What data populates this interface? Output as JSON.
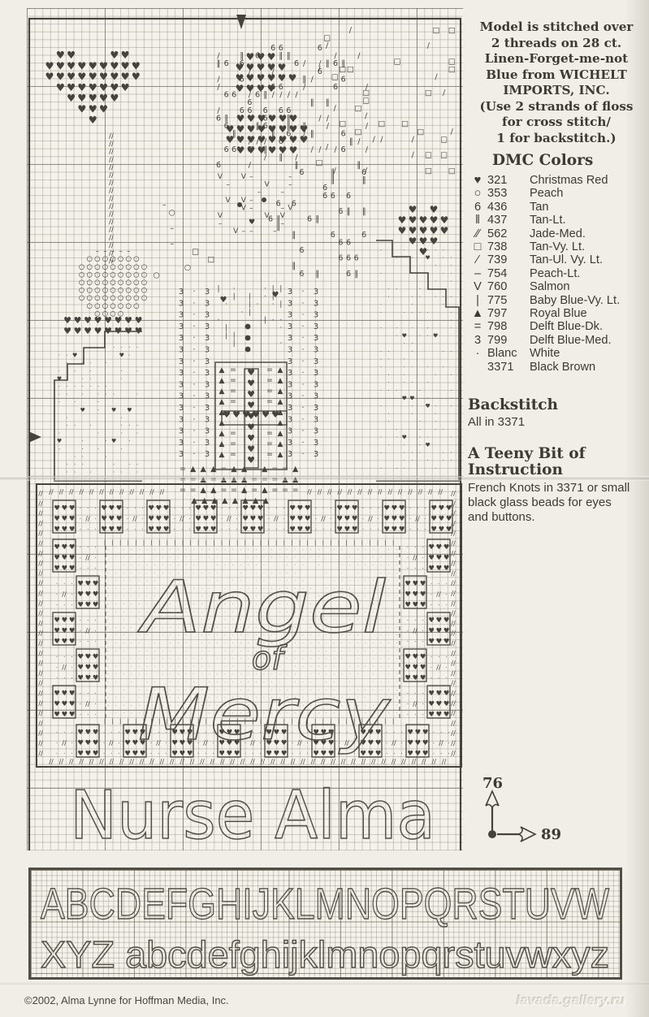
{
  "colors": {
    "ink": "#45413b",
    "paper": "#f0eee6"
  },
  "info_panel": {
    "intro_lines": [
      "Model is stitched over",
      "2 threads on 28 ct.",
      "Linen-Forget-me-not",
      "Blue from WICHELT",
      "IMPORTS, INC.",
      "(Use 2 strands of floss",
      "for cross stitch/",
      "1 for backstitch.)"
    ],
    "dmc_colors": {
      "title": "DMC Colors",
      "entries": [
        {
          "symbol": "♥",
          "code": "321",
          "name": "Christmas Red"
        },
        {
          "symbol": "○",
          "code": "353",
          "name": "Peach"
        },
        {
          "symbol": "6",
          "code": "436",
          "name": "Tan"
        },
        {
          "symbol": "‖",
          "code": "437",
          "name": "Tan-Lt."
        },
        {
          "symbol": "∕∕",
          "code": "562",
          "name": "Jade-Med."
        },
        {
          "symbol": "□",
          "code": "738",
          "name": "Tan-Vy. Lt."
        },
        {
          "symbol": "∕",
          "code": "739",
          "name": "Tan-Ul. Vy. Lt."
        },
        {
          "symbol": "–",
          "code": "754",
          "name": "Peach-Lt."
        },
        {
          "symbol": "V",
          "code": "760",
          "name": "Salmon"
        },
        {
          "symbol": "|",
          "code": "775",
          "name": "Baby Blue-Vy. Lt."
        },
        {
          "symbol": "▲",
          "code": "797",
          "name": "Royal Blue"
        },
        {
          "symbol": "=",
          "code": "798",
          "name": "Delft Blue-Dk."
        },
        {
          "symbol": "3",
          "code": "799",
          "name": "Delft Blue-Med."
        },
        {
          "symbol": "·",
          "code": "Blanc",
          "name": "White"
        },
        {
          "symbol": "",
          "code": "3371",
          "name": "Black Brown"
        }
      ]
    },
    "backstitch": {
      "title": "Backstitch",
      "body": "All in 3371"
    },
    "instruction": {
      "title_line1": "A Teeny Bit of",
      "title_line2": "Instruction",
      "body_lines": [
        "French Knots in 3371 or small",
        "black glass beads for eyes",
        "and buttons."
      ]
    },
    "dimensions": {
      "vertical": "76",
      "horizontal": "89"
    }
  },
  "chart": {
    "stitched_text": {
      "word1": "Angel",
      "word2": "of",
      "word3": "Mercy",
      "name": "Nurse Alma"
    }
  },
  "alphabet": {
    "row1": "ABCDEFGHIJKLMNOPQRSTUVW",
    "row2": "XYZ abcdefghijklmnopqrstuvwxyz"
  },
  "footer": {
    "copyright": "©2002, Alma Lynne for Hoffman Media, Inc.",
    "watermark": "lavada.gallery.ru"
  }
}
